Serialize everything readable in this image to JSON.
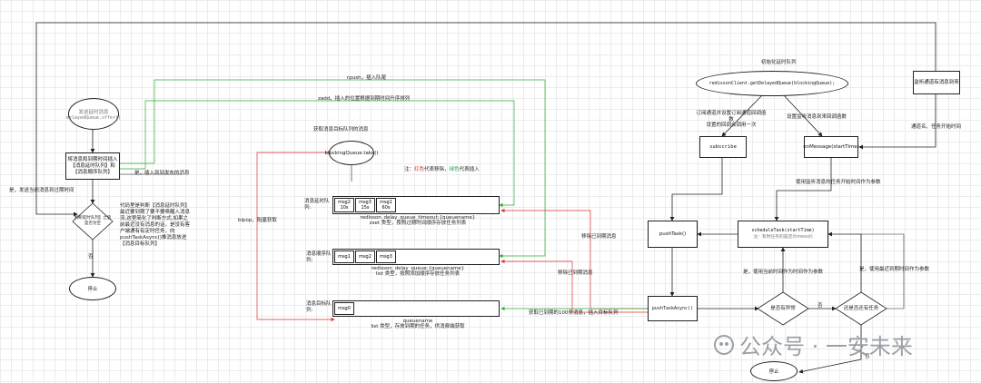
{
  "nodes": {
    "sdelay_ellipse": {
      "line1": "发送延时消息",
      "line2": "delayedQueue.offer()"
    },
    "put_box": "将消息和到期时间插入【消息延时队列】和【消息顺序队列】",
    "decision_left": "判断延时队列】之后是否为空",
    "stop_left": "停止",
    "blocking_ellipse": "blockingQueue.take()",
    "get_label": "获取消息目标队列的消息",
    "init_label": "初始化延时队列",
    "init_ellipse": "redissonClient.getDelayedQueue(blockingQueue);",
    "subscribe": "subscribe",
    "onmessage": "onMessage(startTime)",
    "monitor_box": "监听通道有消息到来",
    "pushtask_top": "pushTask()",
    "schedule_line1": "scheduleTask(startTime)",
    "schedule_line2": "注：有时任务的是定(timeout)",
    "pushtask_bottom": "pushTaskAsync()",
    "decision_exception": "是否有异常",
    "decision_more": "还是否还有任务",
    "stop_right": "停止"
  },
  "queues": {
    "delay": {
      "label": "消息延时队列:",
      "cells": [
        {
          "top": "msg2",
          "bottom": "10s"
        },
        {
          "top": "msg3",
          "bottom": "15s"
        },
        {
          "top": "msg1",
          "bottom": "60s"
        }
      ],
      "desc1": "redisson_delay_queue_timeout:{queuename}",
      "desc2": "zset 类型，按照过期时间顺序存放任务列表"
    },
    "order": {
      "label": "消息顺序队列:",
      "cells": [
        "msg1",
        "msg2",
        "msg3"
      ],
      "desc1": "redisson_delay_queue:{queuename}",
      "desc2": "list 类型，按照添加顺序存放任务列表"
    },
    "target": {
      "label": "消息目标队列:",
      "cells": [
        "msg0"
      ],
      "desc1": "queuename",
      "desc2": "list 类型，存放到期的任务，供消费端获取"
    }
  },
  "notes": {
    "note_prefix": "注：",
    "note_red": "红色",
    "note_mid": "代表移除，",
    "note_green": "绿色",
    "note_suffix": "代表插入",
    "code_note": "代码里是判断【消息延时队列】最近要到期了要不要唤醒入消息流,这里简化了判断方式,如果之前最近没有消息的话，是没有客户端通有有定时任务，向pushTaskAsync()推消息放进【消息目标队列】"
  },
  "edges": {
    "push_insert": "rpush，插入队尾",
    "zadd_insert": "zadd，插入的位置根据到期时间升序排列",
    "yes_insert": "是，插入到到发布的消息",
    "yes_publish": "是，发送当前消息到过期时间",
    "no_left": "否",
    "blpop": "blpop，阻塞获取",
    "remove_expired_1": "移除已到期消息",
    "remove_expired_2": "移除已到期消息",
    "get_expired": "获取已到期的100条消息，插入目标队列",
    "sub_channel": "订阅通道并设置订阅通道回调函数\n设置的回调会调用一次",
    "set_listener": "设置监听消息到来回调函数",
    "channel_name": "通道名、任务开始时间",
    "use_listen_time": "使用监听消息的任务开始时间作为参数",
    "yes_current_time": "是，使用当前时间作为时间作为参数",
    "yes_recent_expire": "是，使用最近到期时间作为参数",
    "no_mid": "否",
    "no_bottom": "否"
  },
  "watermark": {
    "text": "公众号 · 一安未来"
  }
}
